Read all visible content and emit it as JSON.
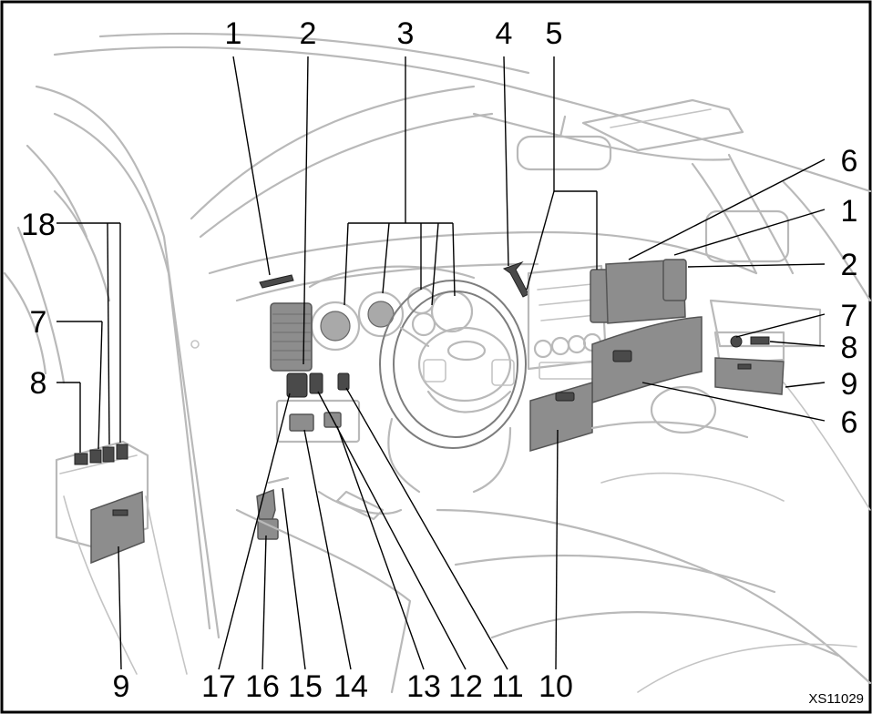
{
  "labels": {
    "t1": "1",
    "t2": "2",
    "t3": "3",
    "t4": "4",
    "t5": "5",
    "r6a": "6",
    "r1": "1",
    "r2": "2",
    "r7": "7",
    "r8": "8",
    "r9": "9",
    "r6b": "6",
    "l18": "18",
    "l7": "7",
    "l8": "8",
    "b9": "9",
    "b17": "17",
    "b16": "16",
    "b15": "15",
    "b14": "14",
    "b13": "13",
    "b12": "12",
    "b11": "11",
    "b10": "10"
  },
  "figure_code": "XS11029",
  "colors": {
    "line_art": "#b9b9b9",
    "component_fill": "#8d8d8d",
    "label_text": "#000000"
  }
}
